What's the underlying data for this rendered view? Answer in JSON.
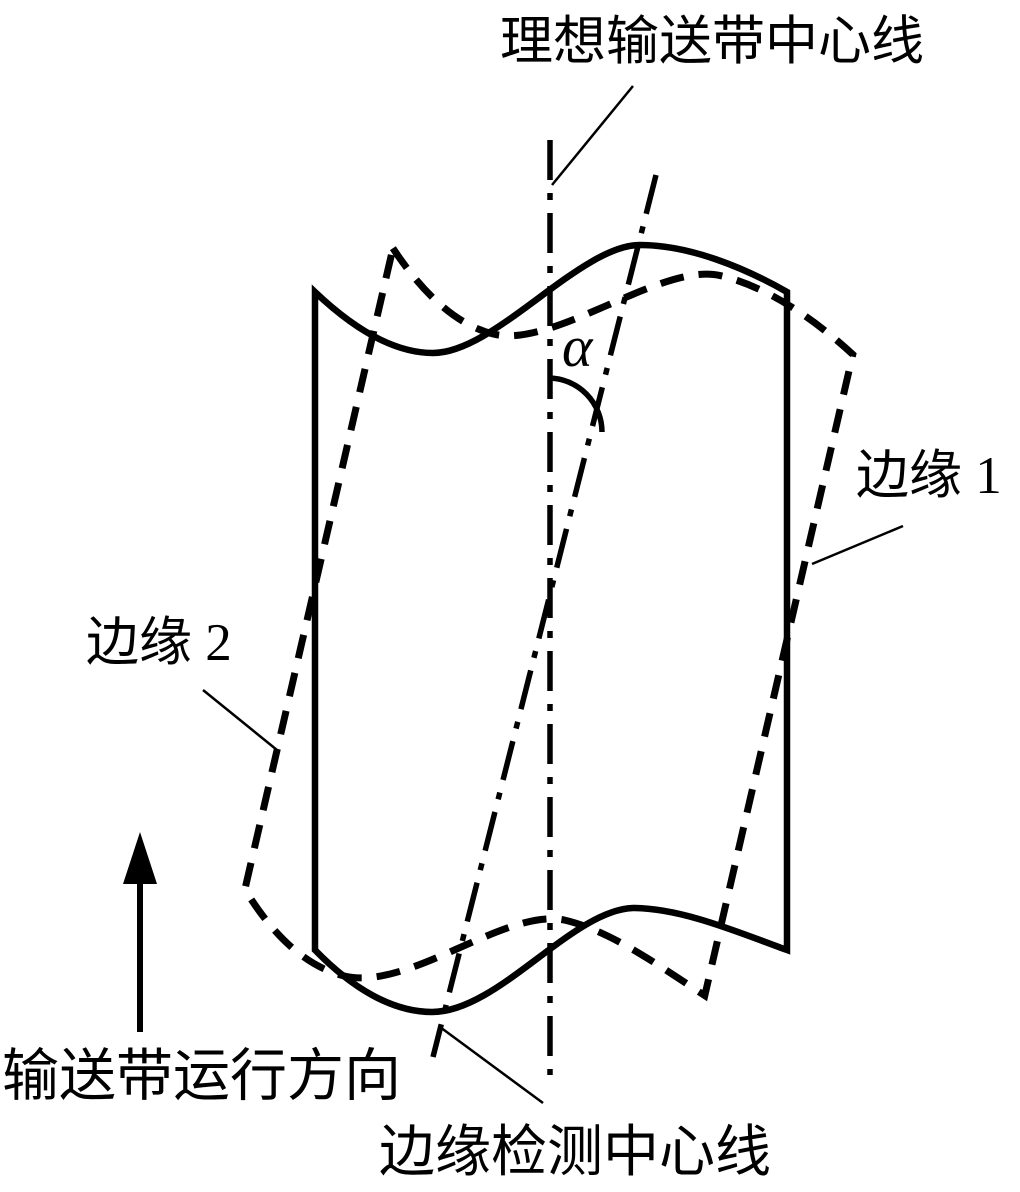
{
  "figure": {
    "background_color": "#ffffff",
    "line_color": "#000000",
    "labels": {
      "ideal_centerline": "理想输送带中心线",
      "angle": "α",
      "edge1": "边缘 1",
      "edge2": "边缘 2",
      "belt_direction": "输送带运行方向",
      "detected_centerline": "边缘检测中心线"
    }
  }
}
